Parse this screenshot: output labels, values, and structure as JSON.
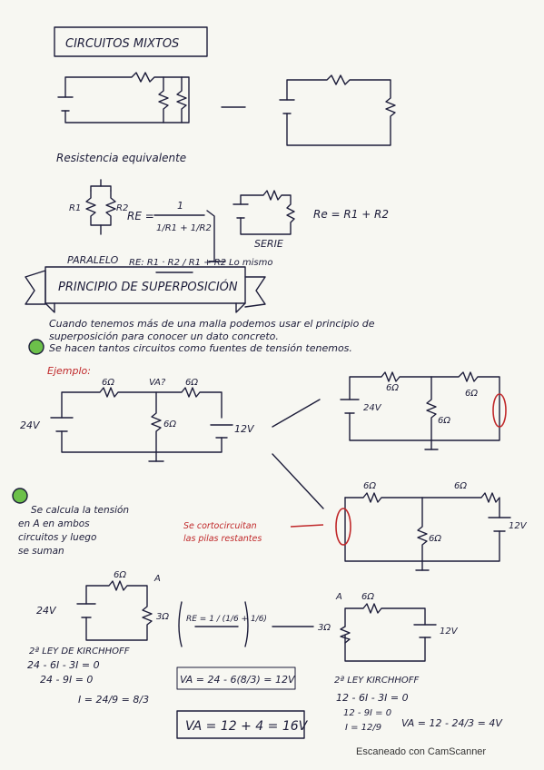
{
  "title": "CIRCUITOS MIXTOS",
  "resistencia_equivalente": "Resistencia equivalente",
  "labels": {
    "r1": "R1",
    "r2": "R2",
    "re": "RE =",
    "frac_one": "1",
    "frac_den_a": "1/R1 + 1/R2",
    "paralelo": "PARALELO",
    "re_short": "RE: R1 · R2 / R1 + R2",
    "lo_mismo": "Lo mismo",
    "serie": "SERIE",
    "re_serie": "Re = R1 + R2"
  },
  "section2": "PRINCIPIO DE SUPERPOSICIÓN",
  "intro_text_1": "Cuando tenemos más de una malla podemos usar el principio de",
  "intro_text_2": "superposición para conocer un dato concreto.",
  "step1": "Se hacen tantos circuitos como fuentes de tensión tenemos.",
  "ejemplo": "Ejemplo:",
  "circuit": {
    "r_left": "6Ω",
    "r_right": "6Ω",
    "r_mid": "6Ω",
    "va": "VA?",
    "v_left": "24V",
    "v_right": "12V"
  },
  "step2_lines": [
    "Se calcula la tensión",
    "en A en ambos",
    "circuitos y luego",
    "se suman"
  ],
  "red_note_lines": [
    "Se cortocircuitan",
    "las pilas restantes"
  ],
  "calc_left": {
    "r_top": "6Ω",
    "node": "A",
    "v": "24V",
    "r_side": "3Ω",
    "re_frac": "RE = 1 / (1/6 + 1/6)",
    "kirchhoff": "2ª LEY DE KIRCHHOFF",
    "eq1": "24 - 6I - 3I = 0",
    "eq2": "24 - 9I = 0",
    "eq3": "I = 24/9 = 8/3",
    "va": "VA = 24 - 6(8/3) = 12V"
  },
  "calc_right": {
    "r_top": "6Ω",
    "node": "A",
    "v": "12V",
    "r_side": "3Ω",
    "kirchhoff": "2ª LEY KIRCHHOFF",
    "eq1": "12 - 6I - 3I = 0",
    "eq2": "12 - 9I = 0",
    "eq3": "I = 12/9",
    "va": "VA = 12 - 24/3 = 4V"
  },
  "result": "VA = 12 + 4 = 16V",
  "footer": "Escaneado con CamScanner"
}
